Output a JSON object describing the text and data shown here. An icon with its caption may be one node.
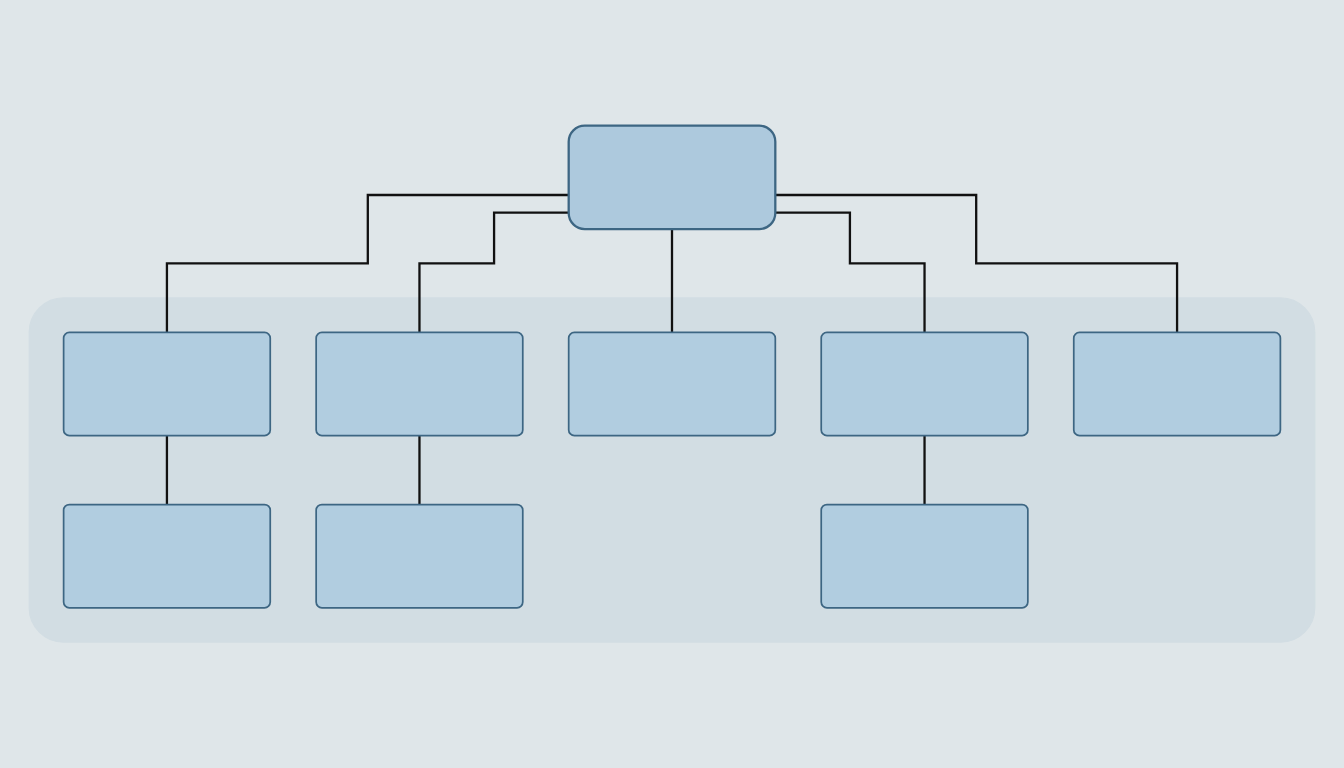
{
  "diagram": {
    "nodes": [
      {
        "text": [],
        "shape": "box"
      },
      {
        "text": [],
        "shape": "box"
      },
      {
        "text": [],
        "shape": "box",
        "in": 1
      },
      {
        "text": [],
        "shape": "box",
        "in": 1
      },
      {
        "text": [],
        "shape": "box",
        "in": 1
      },
      {
        "text": [],
        "shape": "box",
        "in": 1
      },
      {
        "text": [],
        "shape": "box",
        "in": 1
      },
      {
        "text": [],
        "shape": "box",
        "in": 1
      },
      {
        "text": [],
        "shape": "box",
        "in": 1
      },
      {
        "text": [],
        "shape": "box",
        "in": 1
      }
    ],
    "edges": [
      {
        "from": 0,
        "to": 2,
        "arrow": "none"
      },
      {
        "from": 0,
        "to": 3,
        "arrow": "none"
      },
      {
        "from": 0,
        "to": 4,
        "arrow": "none"
      },
      {
        "from": 0,
        "to": 5,
        "arrow": "none"
      },
      {
        "from": 0,
        "to": 6,
        "arrow": "none"
      },
      {
        "from": 2,
        "to": 7,
        "arrow": "none"
      },
      {
        "from": 3,
        "to": 8,
        "arrow": "none"
      },
      {
        "from": 5,
        "to": 9,
        "arrow": "none"
      }
    ]
  }
}
